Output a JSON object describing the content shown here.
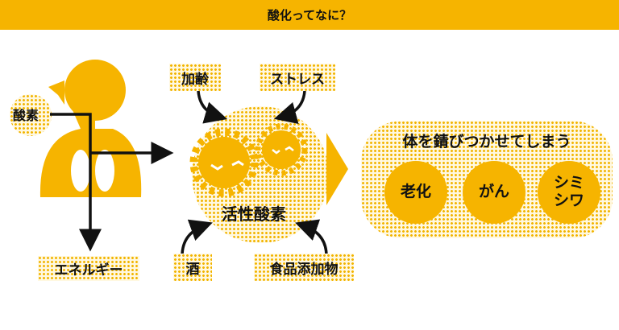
{
  "header": {
    "title": "酸化ってなに？"
  },
  "left": {
    "oxygen": "酸素",
    "energy": "エネルギー"
  },
  "center": {
    "aging": "加齢",
    "stress": "ストレス",
    "active_oxygen": "活性酸素",
    "alcohol": "酒",
    "food_additives": "食品添加物"
  },
  "right": {
    "title": "体を錆びつかせてしまう",
    "effects": [
      "老化",
      "がん",
      "シミ\nシワ"
    ],
    "effect_line1": "シミ",
    "effect_line2": "シワ"
  },
  "colors": {
    "accent": "#f6b400"
  }
}
